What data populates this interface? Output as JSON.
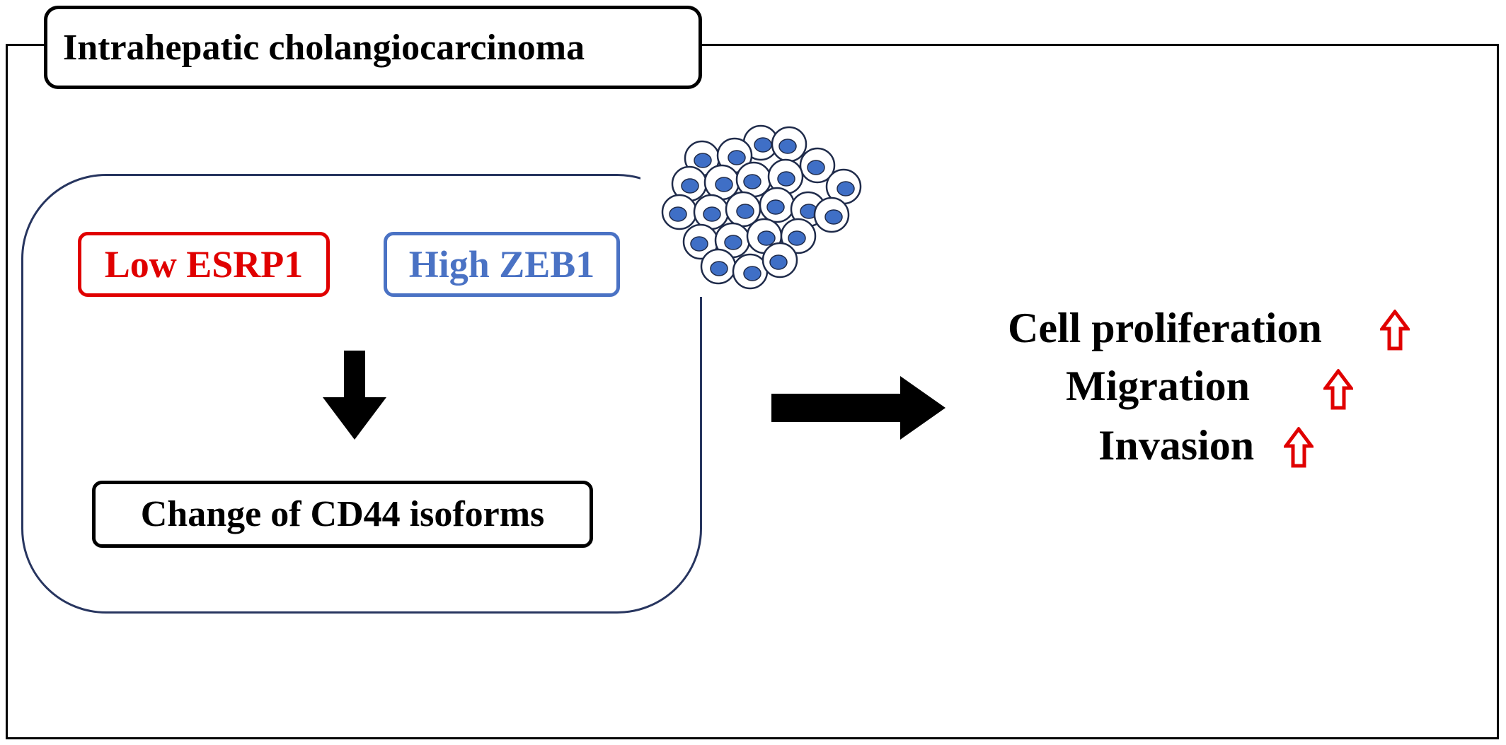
{
  "title": "Intrahepatic cholangiocarcinoma",
  "markers": {
    "esrp1": "Low ESRP1",
    "zeb1": "High ZEB1"
  },
  "result": "Change of CD44 isoforms",
  "outcomes": {
    "proliferation": "Cell proliferation",
    "migration": "Migration",
    "invasion": "Invasion"
  },
  "colors": {
    "esrp1": "#e00000",
    "zeb1": "#4a72c4",
    "increase_arrow": "#e00000",
    "cell_nucleus": "#3f6fc6",
    "panel_border": "#27355f"
  },
  "icons": {
    "cluster": "cancer-cell-cluster-icon",
    "increase": "up-arrow-icon"
  }
}
